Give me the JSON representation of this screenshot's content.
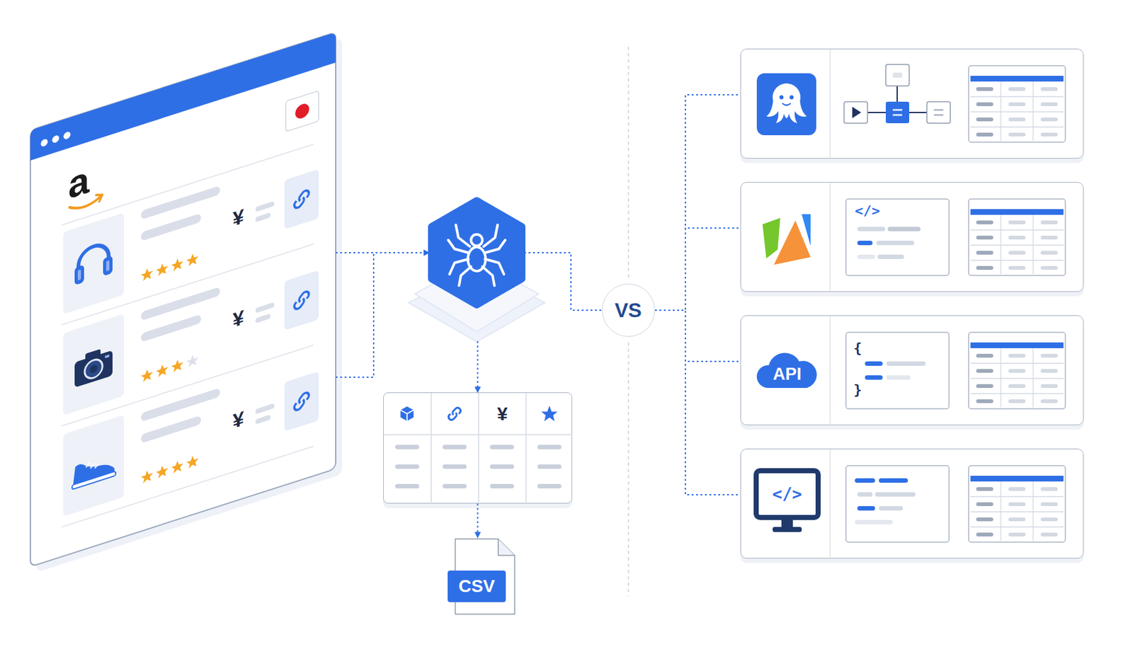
{
  "diagram": {
    "nodes": [
      {
        "text": [
          "a",
          "¥",
          "¥",
          "¥"
        ]
      },
      {
        "text": []
      },
      {
        "text": [
          "¥"
        ]
      },
      {
        "text": [
          "CSV"
        ]
      },
      {
        "text": [
          "VS"
        ]
      },
      {
        "text": []
      },
      {
        "text": [
          "</>"
        ]
      },
      {
        "text": [
          "API",
          "{",
          "}"
        ]
      },
      {
        "text": [
          "</>"
        ]
      }
    ],
    "edges": [
      {
        "from": 0,
        "to": 1,
        "arrow": "to"
      },
      {
        "from": 1,
        "to": 2,
        "arrow": "to"
      },
      {
        "from": 2,
        "to": 3,
        "arrow": "to"
      },
      {
        "from": 1,
        "to": 4,
        "arrow": "none"
      },
      {
        "from": 4,
        "to": 5,
        "arrow": "none"
      },
      {
        "from": 4,
        "to": 6,
        "arrow": "none"
      },
      {
        "from": 4,
        "to": 7,
        "arrow": "none"
      },
      {
        "from": 4,
        "to": 8,
        "arrow": "none"
      }
    ]
  }
}
